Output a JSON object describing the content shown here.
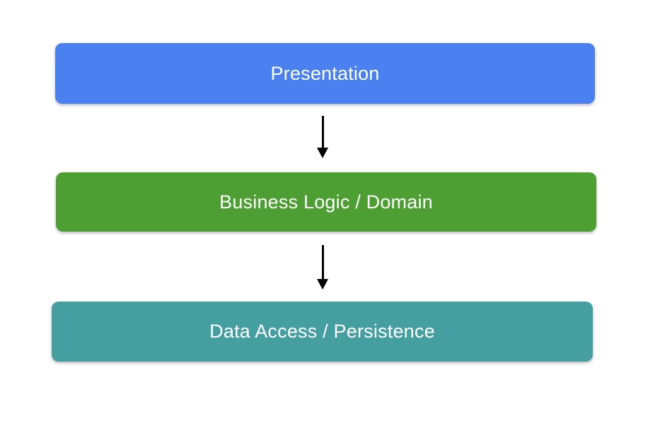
{
  "diagram": {
    "type": "layered-architecture",
    "background_color": "#FFFFFF",
    "arrow_color": "#000000",
    "label_text_color": "#FFFFFF",
    "layers": [
      {
        "id": "presentation",
        "label": "Presentation",
        "color": "#4A80F0"
      },
      {
        "id": "business-logic",
        "label": "Business Logic / Domain",
        "color": "#4D9E33"
      },
      {
        "id": "data-access",
        "label": "Data Access / Persistence",
        "color": "#459EA0"
      }
    ],
    "connections": [
      {
        "from": "presentation",
        "to": "business-logic",
        "direction": "down"
      },
      {
        "from": "business-logic",
        "to": "data-access",
        "direction": "down"
      }
    ]
  }
}
